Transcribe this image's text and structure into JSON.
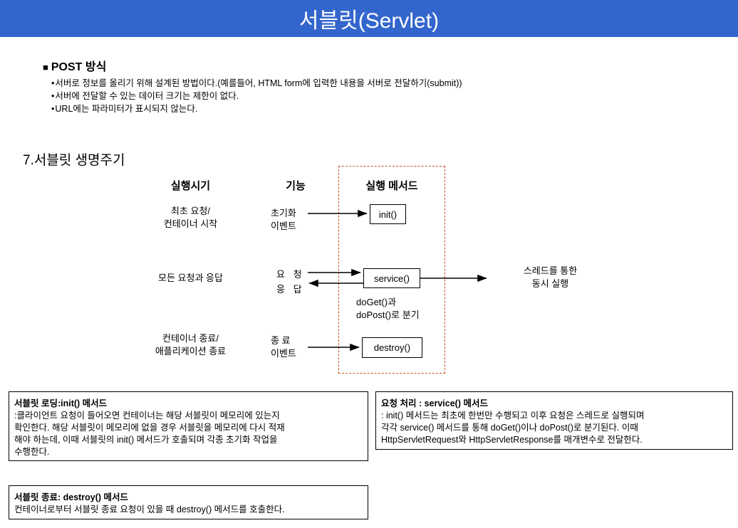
{
  "header": {
    "title": "서블릿(Servlet)",
    "bg_color": "#3366cc",
    "text_color": "#ffffff"
  },
  "post_section": {
    "heading": "POST 방식",
    "bullet_marker": "■",
    "bullets": [
      "서버로 정보를 올리기 위해 설계된 방법이다.(예를들어, HTML form에 입력한 내용을 서버로 전달하기(submit))",
      "서버에 전달할 수 있는 데이터 크기는 제한이 없다.",
      "URL에는 파라미터가 표시되지 않는다."
    ]
  },
  "lifecycle": {
    "section_heading": "7.서블릿 생명주기",
    "dashed_border_color": "#c0562a",
    "columns": [
      {
        "label": "실행시기"
      },
      {
        "label": "기능"
      },
      {
        "label": "실행 메서드"
      }
    ],
    "rows": [
      {
        "when": [
          "최초 요청/",
          "컨테이너 시작"
        ],
        "function": [
          "초기화",
          "이벤트"
        ],
        "method": "init()"
      },
      {
        "when": [
          "모든 요청과 응답"
        ],
        "function_request": "요 청",
        "function_response": "응 답",
        "method": "service()",
        "branch_note": [
          "doGet()과",
          "doPost()로 분기"
        ],
        "thread_note": [
          "스레드를 통한",
          "동시 실행"
        ]
      },
      {
        "when": [
          "컨테이너 종료/",
          "애플리케이션 종료"
        ],
        "function": [
          "종  료",
          "이벤트"
        ],
        "method": "destroy()"
      }
    ]
  },
  "descriptions": [
    {
      "title": "서블릿 로딩:init() 메서드",
      "lines": [
        ":클라이언트 요청이 들어오면 컨테이너는 해당 서블릿이 메모리에 있는지",
        "확인한다. 해당 서블릿이 메모리에 없을 경우 서블릿을 메모리에 다시 적재",
        "해야 하는데, 이때 서블릿의 init() 메서드가 호출되며 각종 초기화 작업을",
        "수행한다."
      ]
    },
    {
      "title": "요청 처리 : service() 메서드",
      "lines": [
        ": init() 메서드는 최초에 한번만 수행되고 이후 요청은 스레드로 실행되며",
        "각각 service() 메서드를 통해 doGet()이나 doPost()로 분기된다. 이때",
        "HttpServletRequest와  HttpServletResponse를 매개변수로 전달한다."
      ]
    },
    {
      "title": "서블릿 종료: destroy() 메서드",
      "lines": [
        "컨테이너로부터 서블릿 종료 요청이 있을 때 destroy() 메서드를 호출한다."
      ]
    }
  ]
}
